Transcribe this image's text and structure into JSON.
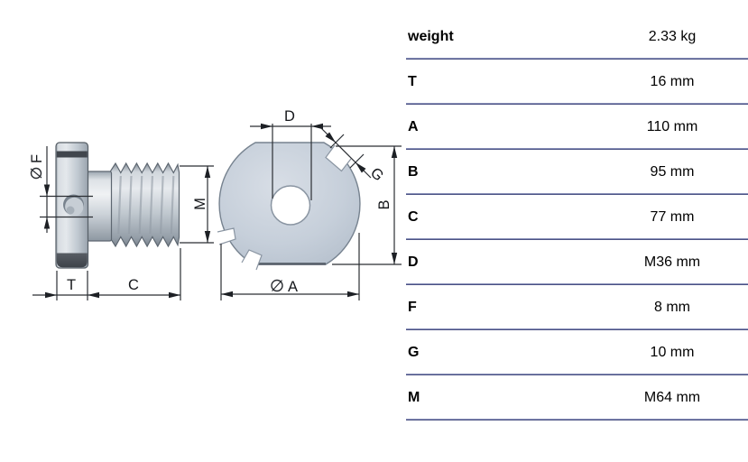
{
  "drawing": {
    "side_view": {
      "dims": {
        "f": {
          "prefix_icon": "diameter-icon",
          "label": "F"
        },
        "t": {
          "label": "T"
        },
        "c": {
          "label": "C"
        },
        "m": {
          "label": "M"
        }
      }
    },
    "front_view": {
      "dims": {
        "d": {
          "label": "D"
        },
        "g": {
          "label": "G"
        },
        "b": {
          "label": "B"
        },
        "a": {
          "prefix_icon": "diameter-icon",
          "label": "A"
        }
      }
    }
  },
  "spec_table": {
    "rows": [
      {
        "label": "weight",
        "value": "2.33 kg"
      },
      {
        "label": "T",
        "value": "16 mm"
      },
      {
        "label": "A",
        "value": "110 mm"
      },
      {
        "label": "B",
        "value": "95 mm"
      },
      {
        "label": "C",
        "value": "77 mm"
      },
      {
        "label": "D",
        "value": "M36 mm"
      },
      {
        "label": "F",
        "value": "8 mm"
      },
      {
        "label": "G",
        "value": "10 mm"
      },
      {
        "label": "M",
        "value": "M64 mm"
      }
    ]
  },
  "colors": {
    "background": "#ffffff",
    "table_line_top": "#a9b0d4",
    "table_line_bottom": "#2b3269",
    "text": "#000000",
    "dimension_lines": "#2b2e33",
    "part_fill": "#c3ccd7",
    "part_outline": "#5d6670",
    "slot_dark": "#41464d"
  }
}
